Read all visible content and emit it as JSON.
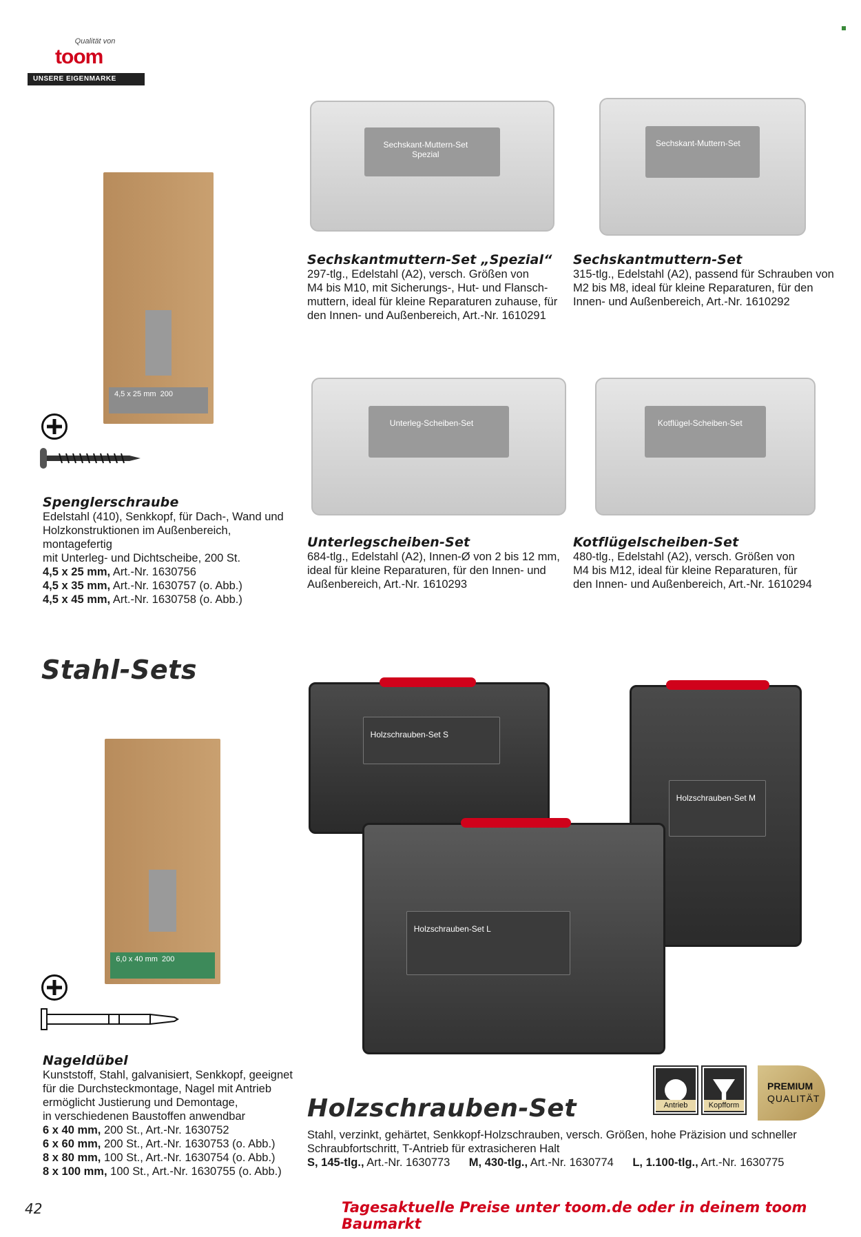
{
  "logo": {
    "tagline": "Qualität von",
    "brand": "toom",
    "sub": "UNSERE EIGENMARKE"
  },
  "colors": {
    "accent": "#d0021b",
    "text": "#1a1a1a",
    "premium_gold": "#c8ad6a"
  },
  "products": {
    "sechskant_spezial": {
      "pack_label": "Sechskant-Muttern-Set Spezial",
      "title": "Sechskantmuttern-Set „Spezial“",
      "lines": [
        "297-tlg., Edelstahl (A2), versch. Größen von",
        "M4 bis M10, mit Sicherungs-, Hut- und Flansch-",
        "muttern, ideal für kleine Reparaturen zuhause, für",
        "den Innen- und Außenbereich, Art.-Nr. 1610291"
      ]
    },
    "sechskant": {
      "pack_label": "Sechskant-Muttern-Set",
      "title": "Sechskantmuttern-Set",
      "lines": [
        "315-tlg., Edelstahl (A2), passend für Schrauben von",
        "M2 bis M8, ideal für kleine Reparaturen, für den",
        "Innen- und Außenbereich, Art.-Nr. 1610292"
      ]
    },
    "unterleg": {
      "pack_label": "Unterleg-Scheiben-Set",
      "title": "Unterlegscheiben-Set",
      "lines": [
        "684-tlg., Edelstahl (A2), Innen-Ø von 2 bis 12 mm,",
        "ideal für kleine Reparaturen, für den Innen- und",
        "Außenbereich, Art.-Nr. 1610293"
      ]
    },
    "kotfluegel": {
      "pack_label": "Kotflügel-Scheiben-Set",
      "title": "Kotflügelscheiben-Set",
      "lines": [
        "480-tlg., Edelstahl (A2), versch. Größen von",
        "M4 bis M12, ideal für kleine Reparaturen, für",
        "den Innen- und Außenbereich, Art.-Nr. 1610294"
      ]
    },
    "spengler": {
      "box_label": "4,5 x 25 mm",
      "box_count": "200",
      "title": "Spenglerschraube",
      "lines": [
        "Edelstahl (410), Senkkopf, für Dach-, Wand und",
        "Holzkonstruktionen im Außenbereich, montagefertig",
        "mit Unterleg- und Dichtscheibe, 200 St."
      ],
      "variants": [
        {
          "size": "4,5 x 25 mm,",
          "rest": " Art.-Nr. 1630756"
        },
        {
          "size": "4,5 x 35 mm,",
          "rest": " Art.-Nr. 1630757 (o. Abb.)"
        },
        {
          "size": "4,5 x 45 mm,",
          "rest": " Art.-Nr. 1630758 (o. Abb.)"
        }
      ]
    },
    "nageldubel": {
      "box_label": "6,0 x 40 mm",
      "box_count": "200",
      "title": "Nageldübel",
      "lines": [
        "Kunststoff, Stahl, galvanisiert, Senkkopf, geeignet",
        "für die Durchsteckmontage, Nagel mit Antrieb",
        "ermöglicht Justierung und Demontage,",
        "in verschiedenen Baustoffen anwendbar"
      ],
      "variants": [
        {
          "size": "6 x 40 mm,",
          "rest": " 200 St., Art.-Nr. 1630752"
        },
        {
          "size": "6 x 60 mm,",
          "rest": " 200 St., Art.-Nr. 1630753 (o. Abb.)"
        },
        {
          "size": "8 x 80 mm,",
          "rest": " 100 St., Art.-Nr. 1630754 (o. Abb.)"
        },
        {
          "size": "8 x 100 mm,",
          "rest": " 100 St., Art.-Nr. 1630755 (o. Abb.)"
        }
      ]
    },
    "holzschrauben": {
      "pack_s": "Holzschrauben-Set S",
      "pack_m": "Holzschrauben-Set M",
      "pack_l": "Holzschrauben-Set L",
      "title": "Holzschrauben-Set",
      "lines": [
        "Stahl, verzinkt, gehärtet, Senkkopf-Holzschrauben, versch. Größen, hohe Präzision und schneller",
        "Schraubfortschritt, T-Antrieb für extrasicheren Halt"
      ],
      "variants": [
        {
          "size": "S, 145-tlg.,",
          "rest": " Art.-Nr. 1630773"
        },
        {
          "size": "M, 430-tlg.,",
          "rest": " Art.-Nr. 1630774"
        },
        {
          "size": "L, 1.100-tlg.,",
          "rest": " Art.-Nr. 1630775"
        }
      ],
      "badges": [
        "Antrieb",
        "Kopfform"
      ],
      "premium": [
        "PREMIUM",
        "QUALITÄT"
      ]
    }
  },
  "section_heading": "Stahl-Sets",
  "footer": {
    "page_number": "42",
    "claim": "Tagesaktuelle Preise unter toom.de oder in deinem toom Baumarkt"
  }
}
